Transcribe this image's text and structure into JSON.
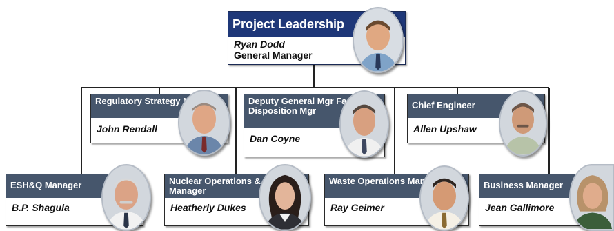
{
  "header": {
    "title": "Project Leadership",
    "name": "Ryan Dodd",
    "role": "General Manager"
  },
  "row1": [
    {
      "title": "Regulatory Strategy Manager",
      "name": "John Rendall"
    },
    {
      "title": "Deputy General Mgr Facility Disposition Mgr",
      "name": "Dan Coyne"
    },
    {
      "title": "Chief Engineer",
      "name": "Allen Upshaw"
    }
  ],
  "row2": [
    {
      "title": "ESH&Q Manager",
      "name": "B.P. Shagula"
    },
    {
      "title": "Nuclear Operations & Storage Manager",
      "name": "Heatherly Dukes"
    },
    {
      "title": "Waste Operations Manager",
      "name": "Ray Geimer"
    },
    {
      "title": "Business Manager",
      "name": "Jean Gallimore"
    }
  ]
}
